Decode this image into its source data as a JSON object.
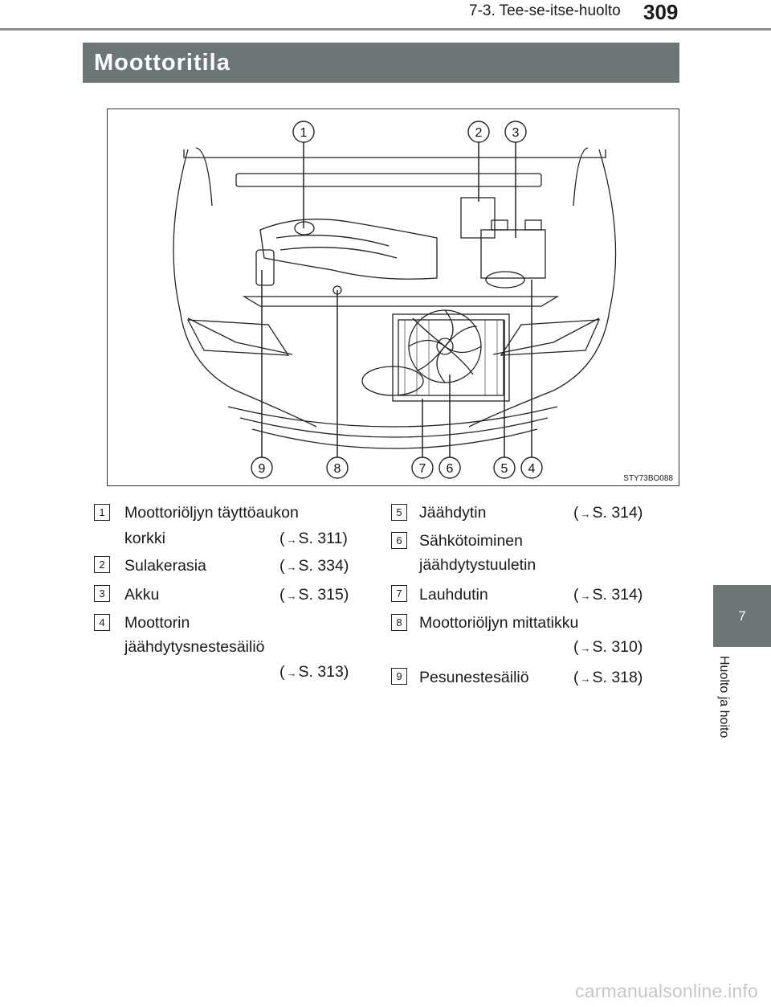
{
  "header": {
    "section": "7-3. Tee-se-itse-huolto",
    "page_number": "309"
  },
  "title": "Moottoritila",
  "figure": {
    "code": "STY73BO088",
    "callouts_top": [
      "1",
      "2",
      "3"
    ],
    "callouts_bottom": [
      "9",
      "8",
      "7",
      "6",
      "5",
      "4"
    ]
  },
  "items": [
    {
      "num": "1",
      "line1": "Moottoriöljyn täyttöaukon",
      "line2": "korkki",
      "ref": "S. 311)"
    },
    {
      "num": "2",
      "line1": "Sulakerasia",
      "ref": "S. 334)"
    },
    {
      "num": "3",
      "line1": "Akku",
      "ref": "S. 315)"
    },
    {
      "num": "4",
      "line1": "Moottorin",
      "line2": "jäähdytysnestesäiliö",
      "ref": "S. 313)"
    },
    {
      "num": "5",
      "line1": "Jäähdytin",
      "ref": "S. 314)"
    },
    {
      "num": "6",
      "line1": "Sähkötoiminen",
      "line2": "jäähdytystuuletin"
    },
    {
      "num": "7",
      "line1": "Lauhdutin",
      "ref": "S. 314)"
    },
    {
      "num": "8",
      "line1": "Moottoriöljyn mittatikku",
      "ref": "S. 310)"
    },
    {
      "num": "9",
      "line1": "Pesunestesäiliö",
      "ref": "S. 318)"
    }
  ],
  "side_tab": {
    "chapter": "7",
    "label": "Huolto ja hoito"
  },
  "footer": {
    "watermark": "carmanualsonline.info"
  }
}
